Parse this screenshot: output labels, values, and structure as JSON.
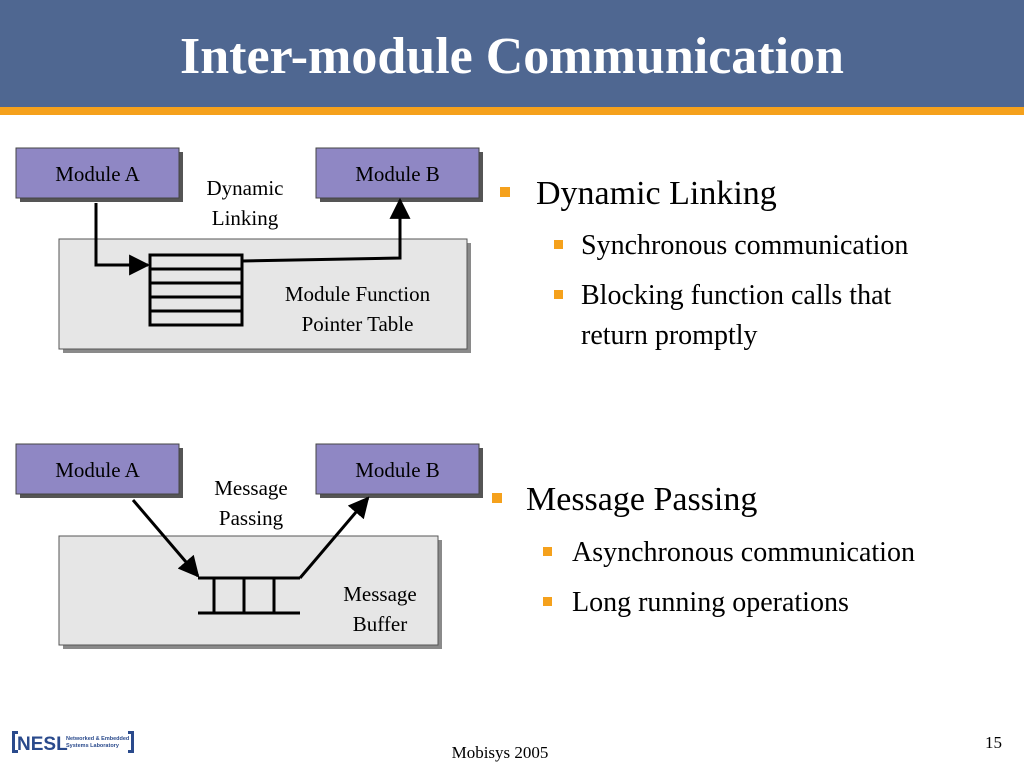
{
  "slide": {
    "title": "Inter-module Communication",
    "footer": "Mobisys 2005",
    "page_number": "15",
    "logo": {
      "mark": "NESL",
      "tagline_1": "Networked & Embedded",
      "tagline_2": "Systems Laboratory"
    }
  },
  "diagram_top": {
    "module_a": "Module A",
    "module_b": "Module B",
    "caption_line1": "Dynamic",
    "caption_line2": "Linking",
    "box_label_line1": "Module Function",
    "box_label_line2": "Pointer Table"
  },
  "diagram_bottom": {
    "module_a": "Module A",
    "module_b": "Module B",
    "caption_line1": "Message",
    "caption_line2": "Passing",
    "box_label_line1": "Message",
    "box_label_line2": "Buffer"
  },
  "bullets_top": {
    "heading": "Dynamic Linking",
    "items": [
      "Synchronous communication",
      "Blocking function calls that",
      "return promptly"
    ]
  },
  "bullets_bottom": {
    "heading": "Message Passing",
    "items": [
      "Asynchronous communication",
      "Long running operations"
    ]
  },
  "colors": {
    "header": "#4f6791",
    "accent": "#f5a11c",
    "module": "#8f87c4",
    "container": "#e6e6e6"
  }
}
